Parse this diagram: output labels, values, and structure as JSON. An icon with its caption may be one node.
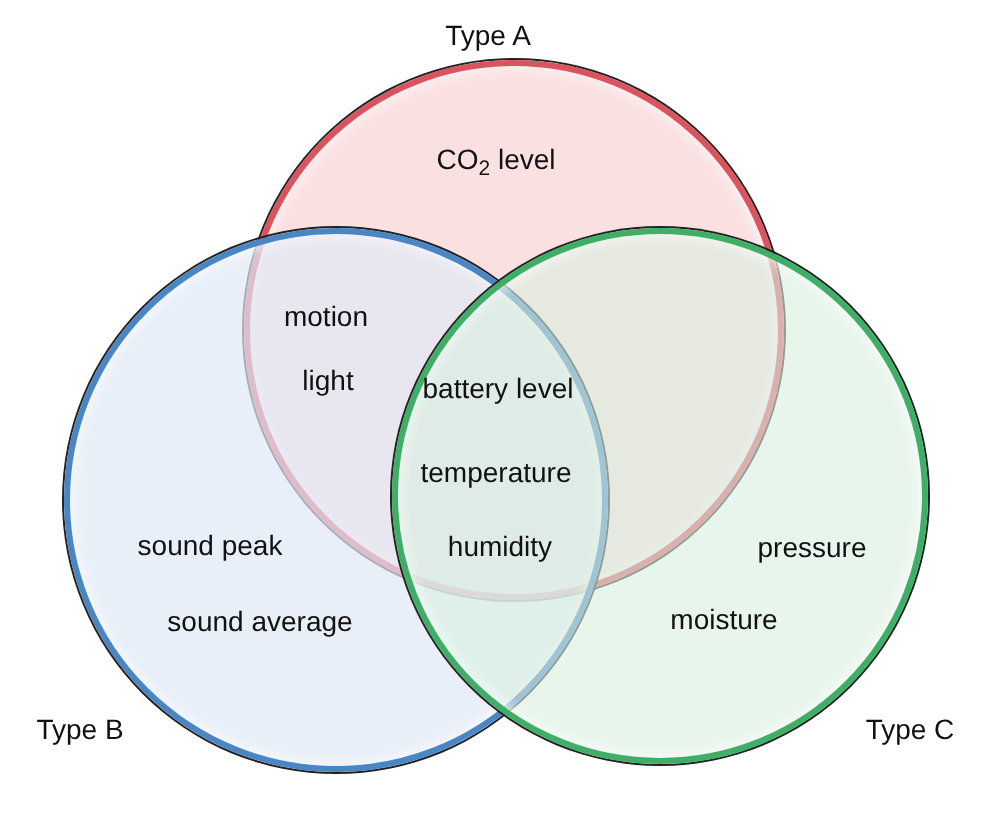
{
  "diagram": {
    "nodes": [
      {
        "text": [
          "Type A",
          "CO$_{2}$ level"
        ]
      },
      {
        "text": [
          "sound peak",
          "sound average",
          "Type B"
        ]
      },
      {
        "text": [
          "pressure",
          "moisture",
          "Type C"
        ]
      }
    ],
    "labels": [
      "motion",
      "light",
      "battery level",
      "temperature",
      "humidity"
    ]
  }
}
